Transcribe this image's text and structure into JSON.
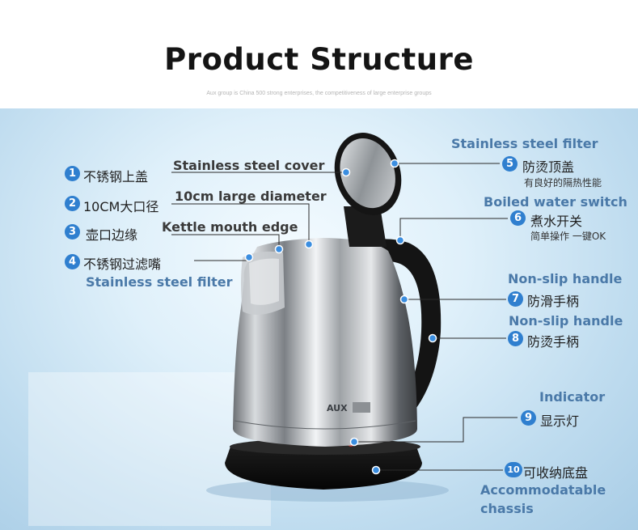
{
  "header": {
    "title": "Product Structure",
    "subtitle": "Aux group is China 500 strong enterprises, the competitiveness of large enterprise groups"
  },
  "colors": {
    "callout_blue": "#4a79a8",
    "badge_blue": "#2f7fcf",
    "background_blue": "#bfdcef"
  },
  "kettle": {
    "brand": "AUX"
  },
  "left_callouts": [
    {
      "num": "1",
      "cn": "不锈钢上盖",
      "en": "Stainless steel cover"
    },
    {
      "num": "2",
      "cn": "10CM大口径",
      "en": "10cm large diameter"
    },
    {
      "num": "3",
      "cn": "壶口边缘",
      "en": "Kettle mouth edge"
    },
    {
      "num": "4",
      "cn": "不锈钢过滤嘴",
      "en": "Stainless steel filter"
    }
  ],
  "right_callouts": [
    {
      "num": "5",
      "en": "Stainless steel filter",
      "cn": "防烫顶盖",
      "note": "有良好的隔热性能"
    },
    {
      "num": "6",
      "en": "Boiled water switch",
      "cn": "煮水开关",
      "note": "简单操作 一键OK"
    },
    {
      "num": "7",
      "en": "Non-slip handle",
      "cn": "防滑手柄"
    },
    {
      "num": "8",
      "en": "Non-slip handle",
      "cn": "防烫手柄"
    },
    {
      "num": "9",
      "en": "Indicator",
      "cn": "显示灯"
    },
    {
      "num": "10",
      "cn": "可收纳底盘",
      "en_line1": "Accommodatable",
      "en_line2": "chassis"
    }
  ]
}
